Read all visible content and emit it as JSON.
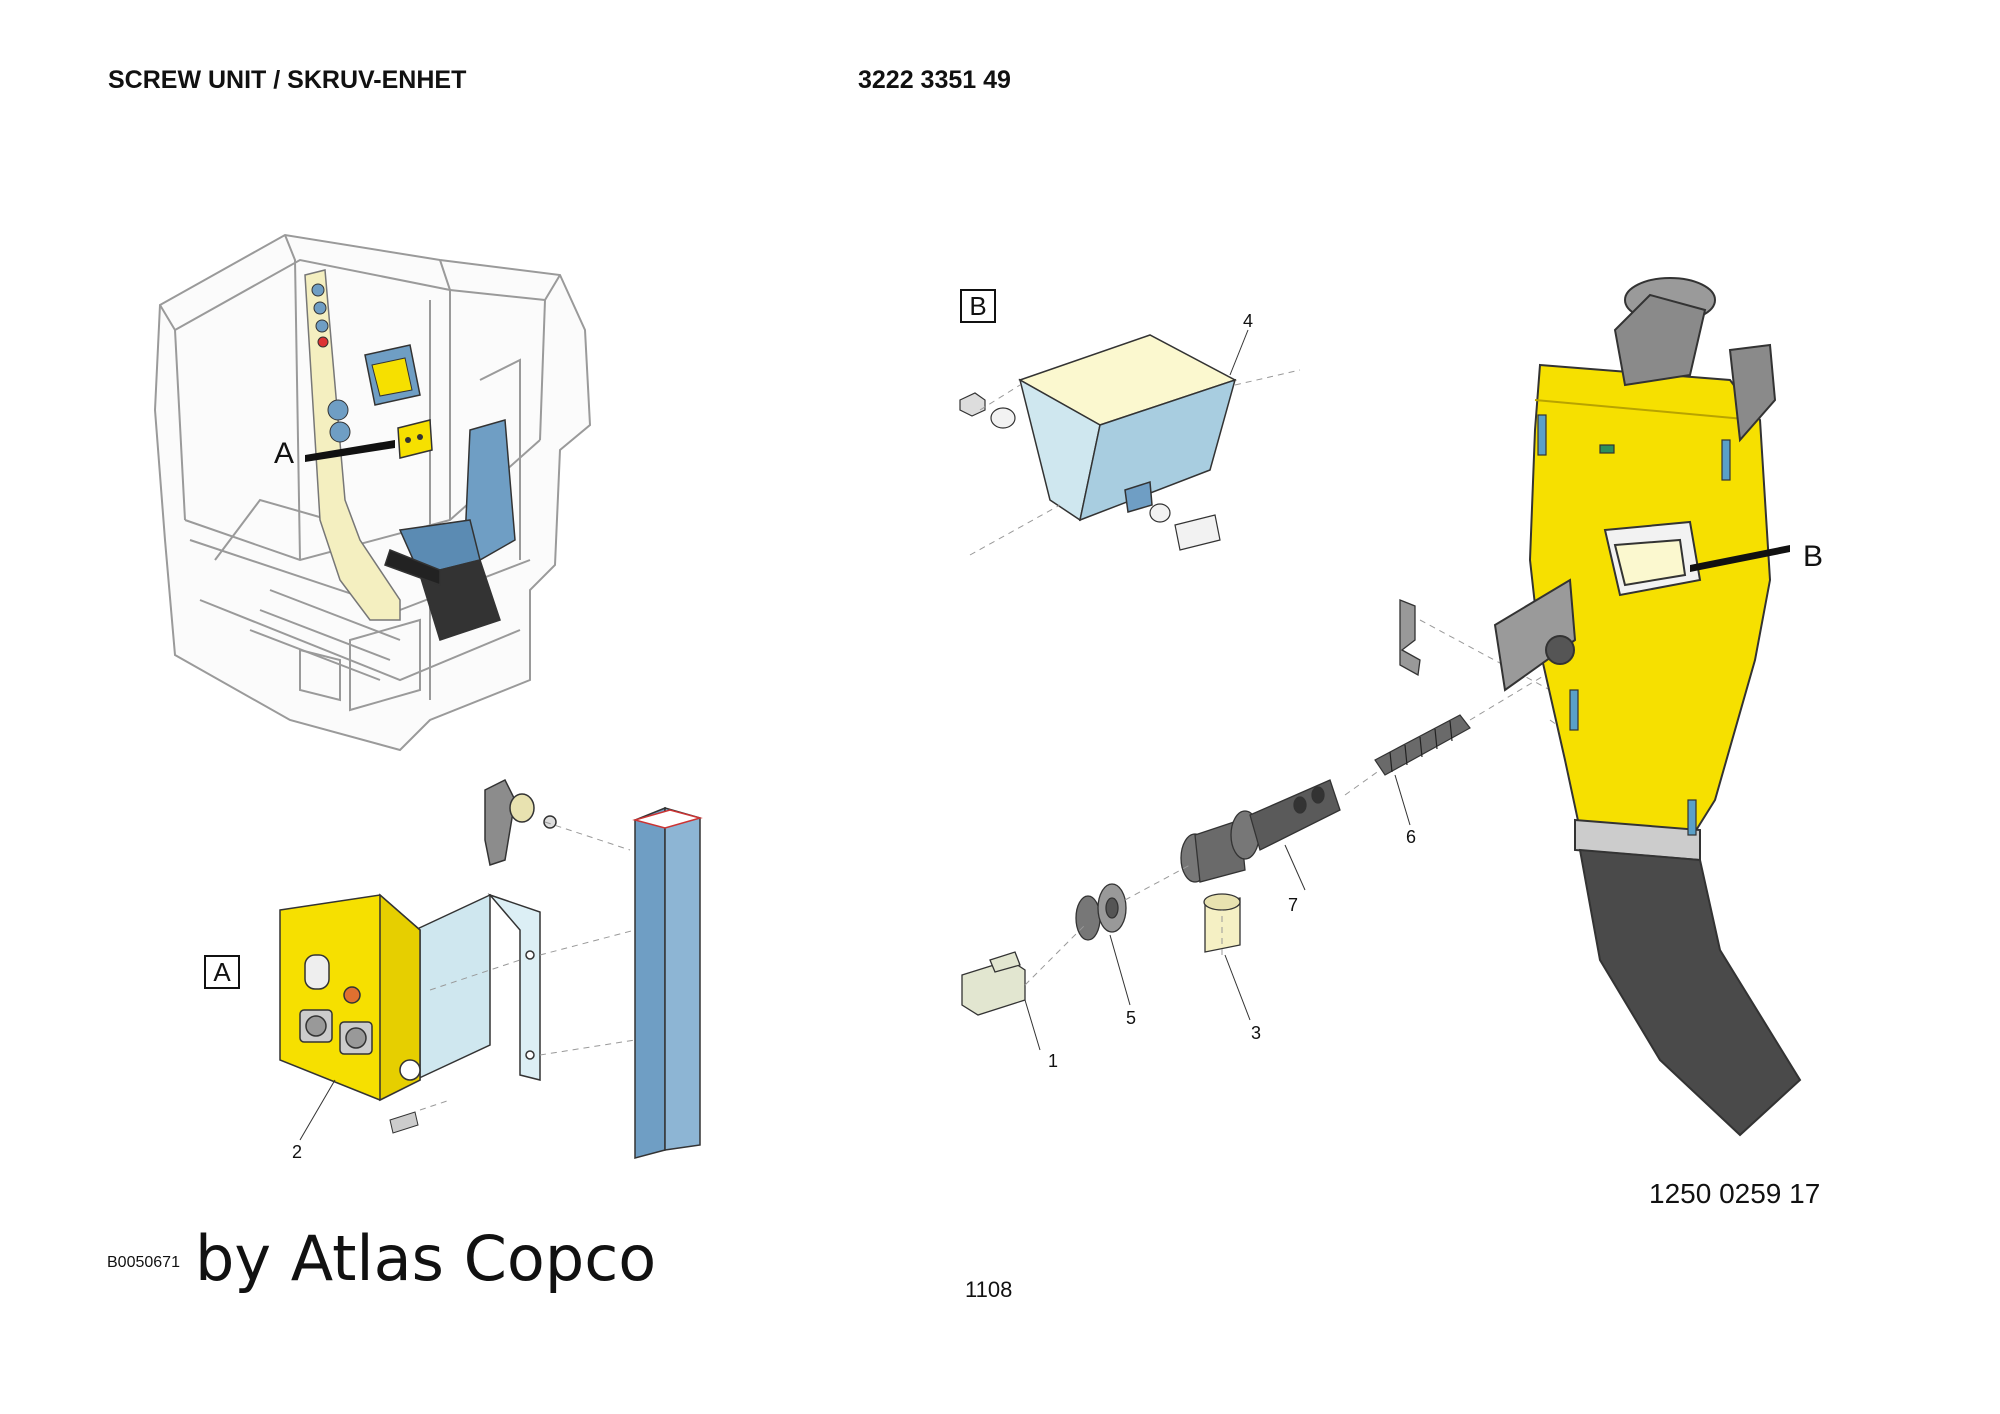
{
  "header": {
    "title": "SCREW UNIT / SKRUV-ENHET",
    "part_number": "3222 3351 49"
  },
  "detail_labels": {
    "a": "A",
    "b": "B"
  },
  "callouts": {
    "c1": "1",
    "c2": "2",
    "c3": "3",
    "c4": "4",
    "c5": "5",
    "c6": "6",
    "c7": "7"
  },
  "footer": {
    "image_ref": "B0050671",
    "brand": "by Atlas Copco",
    "page": "1108",
    "drawing_number": "1250 0259 17"
  },
  "colors": {
    "yellow": "#f6e000",
    "blue": "#6f9ec4",
    "lightblue": "#cfe7ef",
    "cream": "#fbf8cf",
    "grey": "#8c8c8c",
    "darkgrey": "#4a4a4a"
  }
}
